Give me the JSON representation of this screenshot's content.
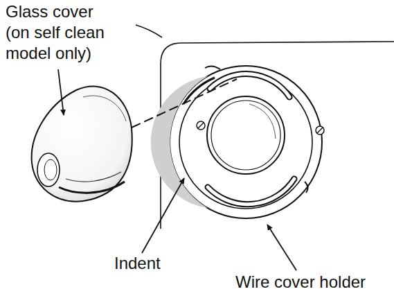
{
  "diagram": {
    "labels": [
      "Glass cover (on self clean model only)",
      "Indent",
      "Wire cover holder"
    ]
  }
}
